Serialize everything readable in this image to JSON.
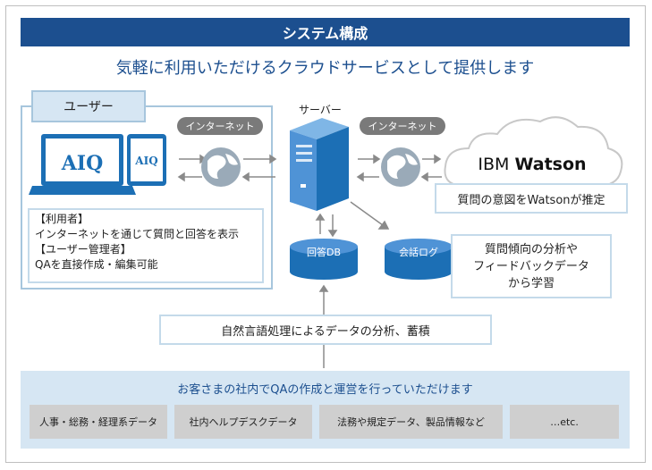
{
  "header": {
    "title": "システム構成"
  },
  "subtitle": "気軽に利用いただけるクラウドサービスとして提供します",
  "user": {
    "title": "ユーザー",
    "device_logo": "AIQ",
    "desc": [
      "【利用者】",
      "インターネットを通じて質問と回答を表示",
      "【ユーザー管理者】",
      "QAを直接作成・編集可能"
    ]
  },
  "internet_left": "インターネット",
  "internet_right": "インターネット",
  "server": {
    "label": "サーバー"
  },
  "watson": {
    "brand_ibm": "IBM",
    "brand_name": "Watson",
    "caption": "質問の意図をWatsonが推定"
  },
  "db": {
    "qa": "回答DB",
    "log": "会話ログ"
  },
  "learn_box": [
    "質問傾向の分析や",
    "フィードバックデータ",
    "から学習"
  ],
  "nlp_box": "自然言語処理によるデータの分析、蓄積",
  "bottom": {
    "title": "お客さまの社内でQAの作成と運営を行っていただけます",
    "sources": [
      "人事・総務・経理系データ",
      "社内ヘルプデスクデータ",
      "法務や規定データ、製品情報など",
      "…etc."
    ]
  },
  "colors": {
    "navy": "#1c4f8f",
    "light_blue": "#d6e6f3",
    "border_blue": "#a7c6dd",
    "gray_pill": "#7a7a7a"
  }
}
